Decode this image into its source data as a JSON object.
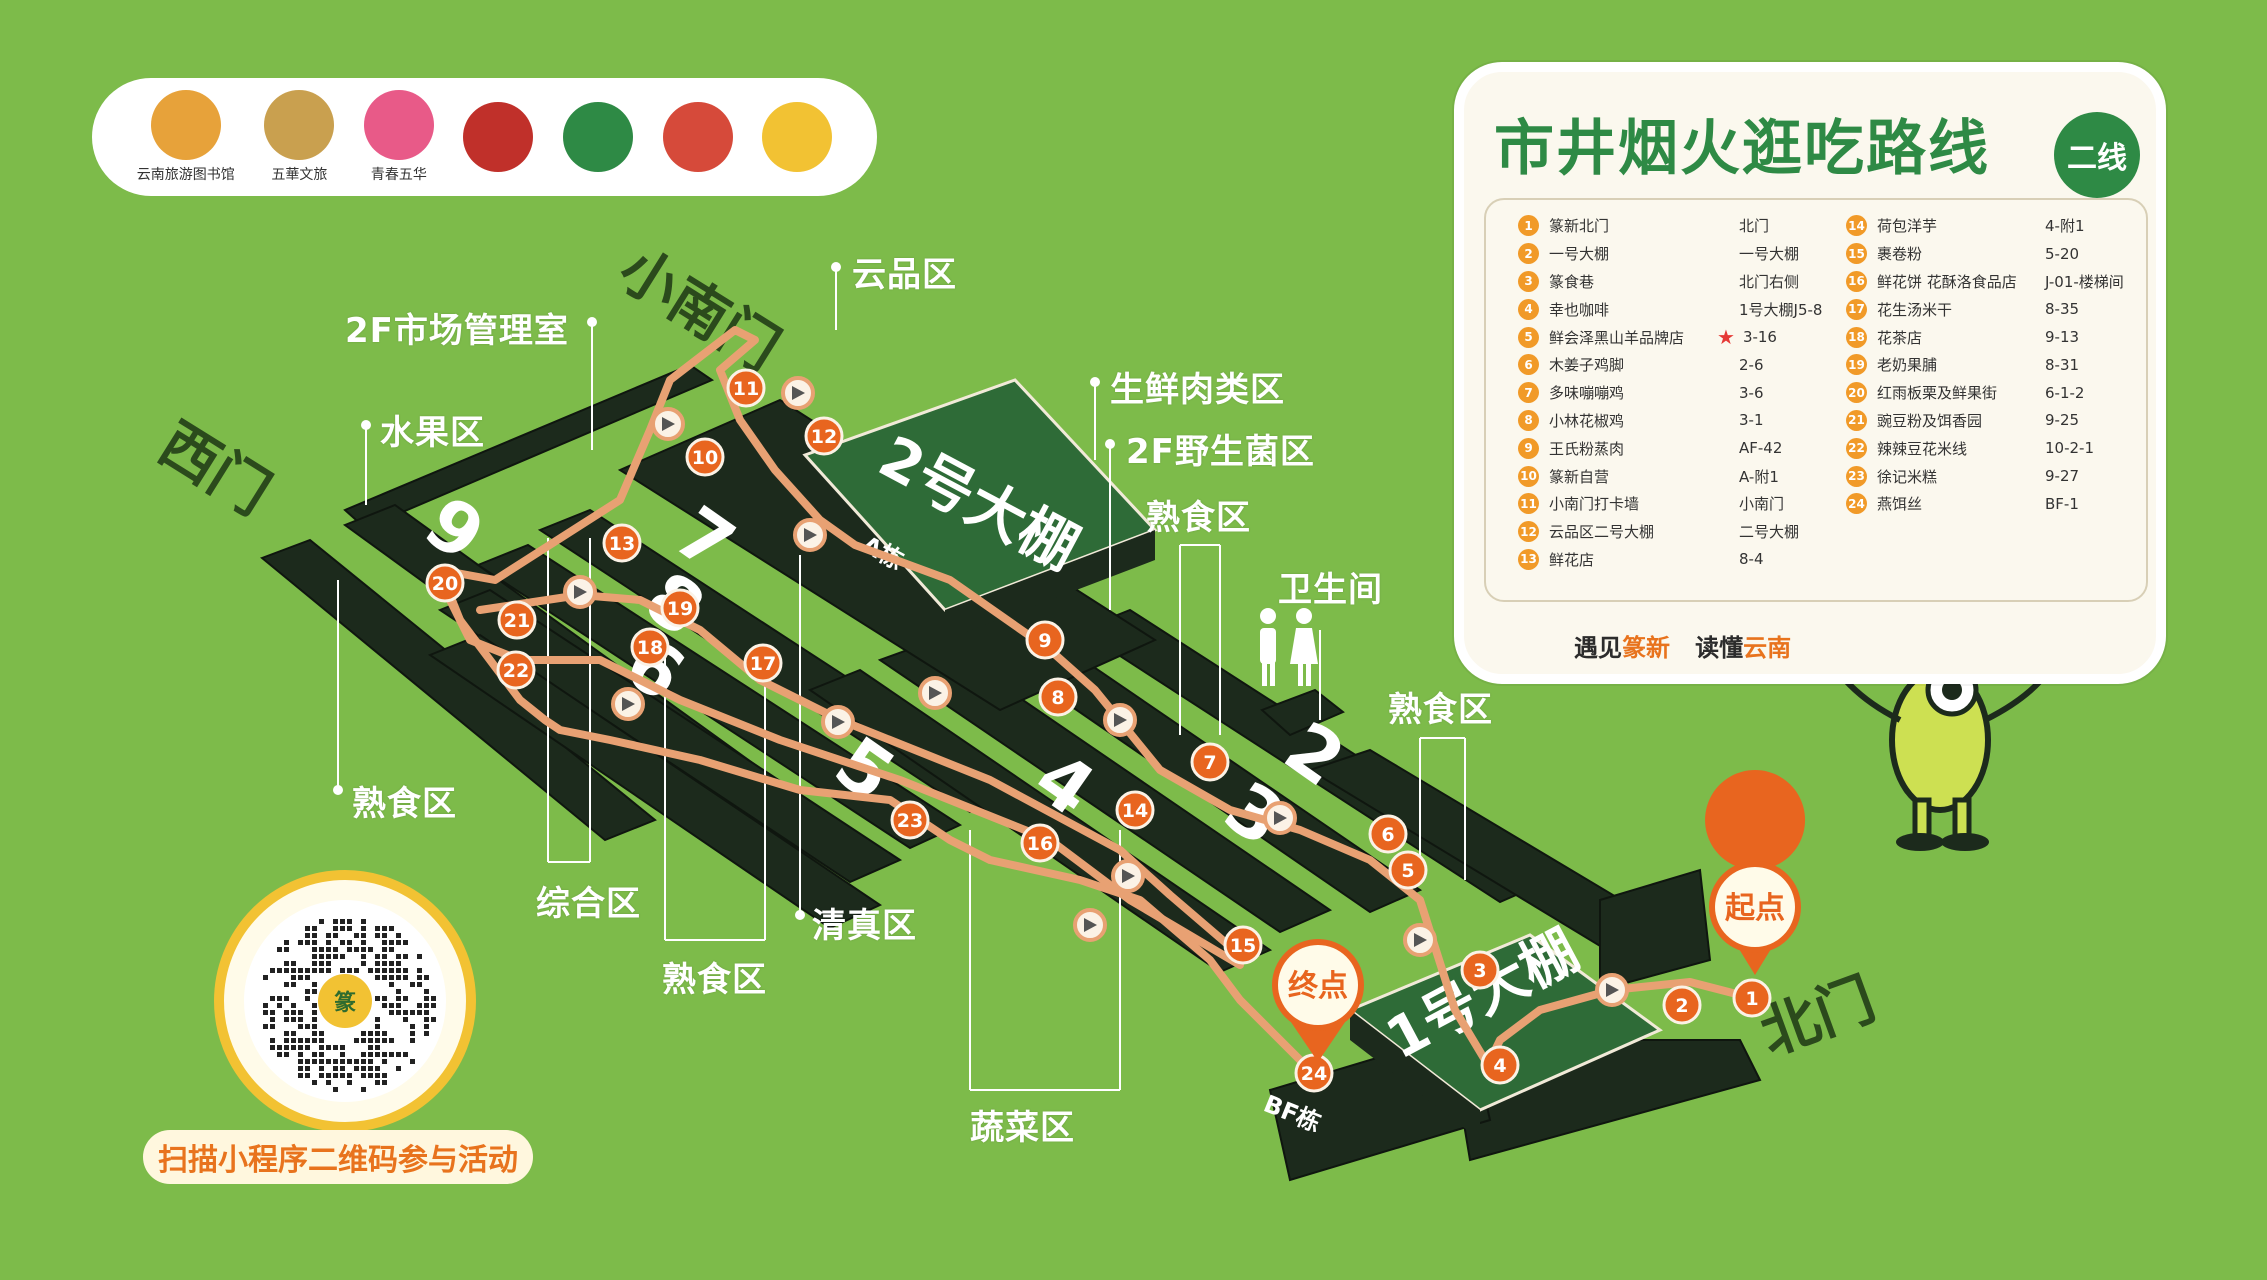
{
  "logos": [
    {
      "icon": "mountain-book-icon",
      "text": "云南旅游图书馆",
      "mark": "",
      "color": "#e7a23a"
    },
    {
      "icon": "pagoda-icon",
      "text": "五華文旅",
      "mark": "",
      "color": "#c9a04f"
    },
    {
      "icon": "flower-icon",
      "text": "青春五华",
      "mark": "",
      "color": "#e85a88"
    },
    {
      "icon": "red-seal-icon",
      "text": "",
      "mark": "",
      "color": "#c0302a"
    },
    {
      "icon": "leaf-circle-icon",
      "text": "",
      "mark": "",
      "color": "#2e8a45"
    },
    {
      "icon": "red-badge-icon",
      "text": "",
      "mark": "",
      "color": "#d64a3a"
    },
    {
      "icon": "broccoli-badge-icon",
      "text": "",
      "mark": "",
      "color": "#f2c233"
    }
  ],
  "map": {
    "labels": {
      "yunpin": "云品区",
      "market_office": "2F市场管理室",
      "fruit": "水果区",
      "fresh_meat": "生鲜肉类区",
      "wild_mushroom": "2F野生菌区",
      "cooked_top": "熟食区",
      "toilet": "卫生间",
      "cooked_right": "熟食区",
      "cooked_left": "熟食区",
      "general": "综合区",
      "halal": "清真区",
      "cooked_bottom": "熟食区",
      "vegetable": "蔬菜区",
      "start": "起点",
      "end": "终点"
    },
    "gates": {
      "small_south": "小南门",
      "west": "西门",
      "north": "北门"
    },
    "sheds": {
      "shed1": "1号大棚",
      "shed2": "2号大棚"
    },
    "blocks": {
      "a": "A栋",
      "bf": "BF栋"
    },
    "rows": [
      "9",
      "7",
      "8",
      "6",
      "5",
      "4",
      "3",
      "2"
    ],
    "stops": [
      "1",
      "2",
      "3",
      "4",
      "5",
      "6",
      "7",
      "8",
      "9",
      "10",
      "11",
      "12",
      "13",
      "14",
      "15",
      "16",
      "17",
      "18",
      "19",
      "20",
      "21",
      "22",
      "23",
      "24"
    ]
  },
  "legend": {
    "title": "市井烟火逛吃路线",
    "badge": "二线",
    "left": [
      {
        "n": "1",
        "name": "篆新北门",
        "loc": "北门"
      },
      {
        "n": "2",
        "name": "一号大棚",
        "loc": "一号大棚"
      },
      {
        "n": "3",
        "name": "篆食巷",
        "loc": "北门右侧"
      },
      {
        "n": "4",
        "name": "幸也咖啡",
        "loc": "1号大棚J5-8"
      },
      {
        "n": "5",
        "name": "鲜会泽黑山羊品牌店",
        "loc": "3-16"
      },
      {
        "n": "6",
        "name": "木姜子鸡脚",
        "loc": "2-6"
      },
      {
        "n": "7",
        "name": "多味嘣嘣鸡",
        "loc": "3-6"
      },
      {
        "n": "8",
        "name": "小林花椒鸡",
        "loc": "3-1"
      },
      {
        "n": "9",
        "name": "王氏粉蒸肉",
        "loc": "AF-42"
      },
      {
        "n": "10",
        "name": "篆新自营",
        "loc": "A-附1"
      },
      {
        "n": "11",
        "name": "小南门打卡墙",
        "loc": "小南门"
      },
      {
        "n": "12",
        "name": "云品区二号大棚",
        "loc": "二号大棚"
      },
      {
        "n": "13",
        "name": "鲜花店",
        "loc": "8-4"
      }
    ],
    "right": [
      {
        "n": "14",
        "name": "荷包洋芋",
        "loc": "4-附1"
      },
      {
        "n": "15",
        "name": "裹卷粉",
        "loc": "5-20"
      },
      {
        "n": "16",
        "name": "鲜花饼 花酥洛食品店",
        "loc": "J-01-楼梯间"
      },
      {
        "n": "17",
        "name": "花生汤米干",
        "loc": "8-35"
      },
      {
        "n": "18",
        "name": "花茶店",
        "loc": "9-13"
      },
      {
        "n": "19",
        "name": "老奶果脯",
        "loc": "8-31"
      },
      {
        "n": "20",
        "name": "红雨板栗及鲜果街",
        "loc": "6-1-2"
      },
      {
        "n": "21",
        "name": "豌豆粉及饵香园",
        "loc": "9-25"
      },
      {
        "n": "22",
        "name": "辣辣豆花米线",
        "loc": "10-2-1"
      },
      {
        "n": "23",
        "name": "徐记米糕",
        "loc": "9-27"
      },
      {
        "n": "24",
        "name": "燕饵丝",
        "loc": "BF-1"
      }
    ],
    "slogan_a": "遇见",
    "slogan_b": "篆新",
    "slogan_c": "读懂",
    "slogan_d": "云南"
  },
  "qr": {
    "caption": "扫描小程序二维码参与活动",
    "center": "篆"
  },
  "colors": {
    "background": "#7dbb4a",
    "building": "#1c2a1c",
    "shed": "#2e6b37",
    "route": "#e8a173",
    "stop": "#e8651f",
    "accent": "#2e8a45"
  }
}
